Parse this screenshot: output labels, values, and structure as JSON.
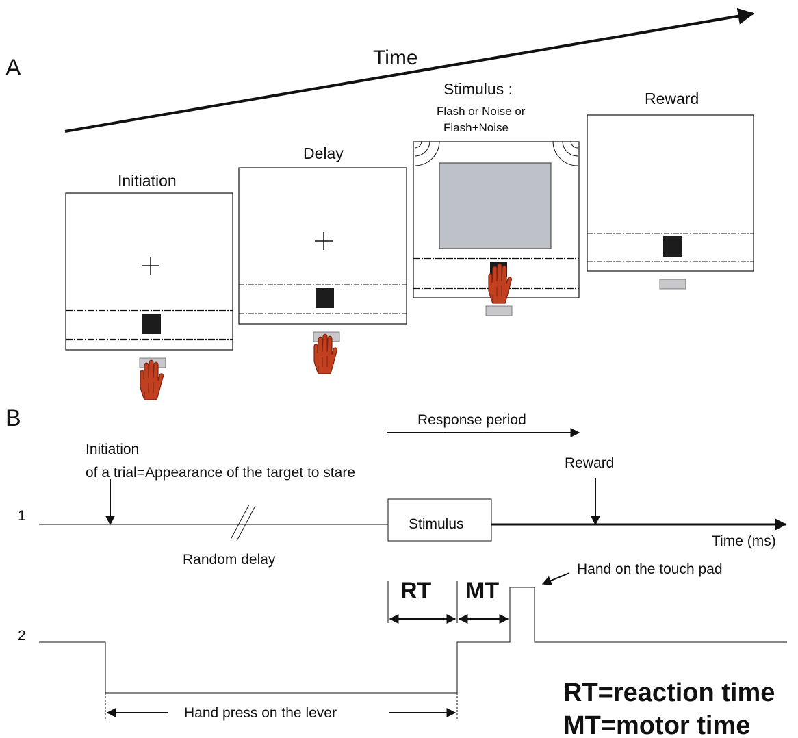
{
  "panel_a": {
    "letter": "A",
    "time_label": "Time",
    "phases": {
      "initiation": "Initiation",
      "delay": "Delay",
      "stimulus_title": "Stimulus :",
      "stimulus_line1": "Flash or Noise or",
      "stimulus_line2": "Flash+Noise",
      "reward": "Reward"
    }
  },
  "panel_b": {
    "letter": "B",
    "response_period": "Response period",
    "initiation_line1": "Initiation",
    "initiation_line2": "of a trial=Appearance of the target to stare",
    "reward": "Reward",
    "row1": "1",
    "row2": "2",
    "stimulus_box": "Stimulus",
    "time_axis": "Time (ms)",
    "random_delay": "Random delay",
    "hand_touch_pad": "Hand on the touch pad",
    "rt": "RT",
    "mt": "MT",
    "hand_press": "Hand  press on the lever",
    "legend_rt": "RT=reaction time",
    "legend_mt": "MT=motor time"
  },
  "colors": {
    "hand": "#c2401f",
    "hand_outline": "#7a2410",
    "lever": "#c8c8cc",
    "screen_flash": "#bfc1c8",
    "target_square": "#1c1c1c",
    "line": "#111111"
  }
}
